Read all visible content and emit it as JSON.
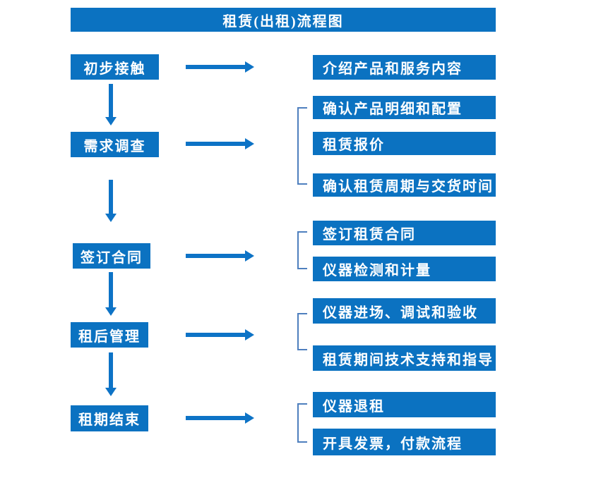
{
  "title": "租赁(出租)流程图",
  "colors": {
    "box_blue": "#0b72c1",
    "arrow_blue": "#0d73c6",
    "bracket_blue": "#4e7fbe",
    "text": "#ffffff",
    "background": "#ffffff"
  },
  "steps": [
    {
      "label": "初步接触",
      "details": [
        "介绍产品和服务内容"
      ]
    },
    {
      "label": "需求调查",
      "details": [
        "确认产品明细和配置",
        "租赁报价",
        "确认租赁周期与交货时间"
      ]
    },
    {
      "label": "签订合同",
      "details": [
        "签订租赁合同",
        "仪器检测和计量"
      ]
    },
    {
      "label": "租后管理",
      "details": [
        "仪器进场、调试和验收",
        "租赁期间技术支持和指导"
      ]
    },
    {
      "label": "租期结束",
      "details": [
        "仪器退租",
        "开具发票，付款流程"
      ]
    }
  ]
}
